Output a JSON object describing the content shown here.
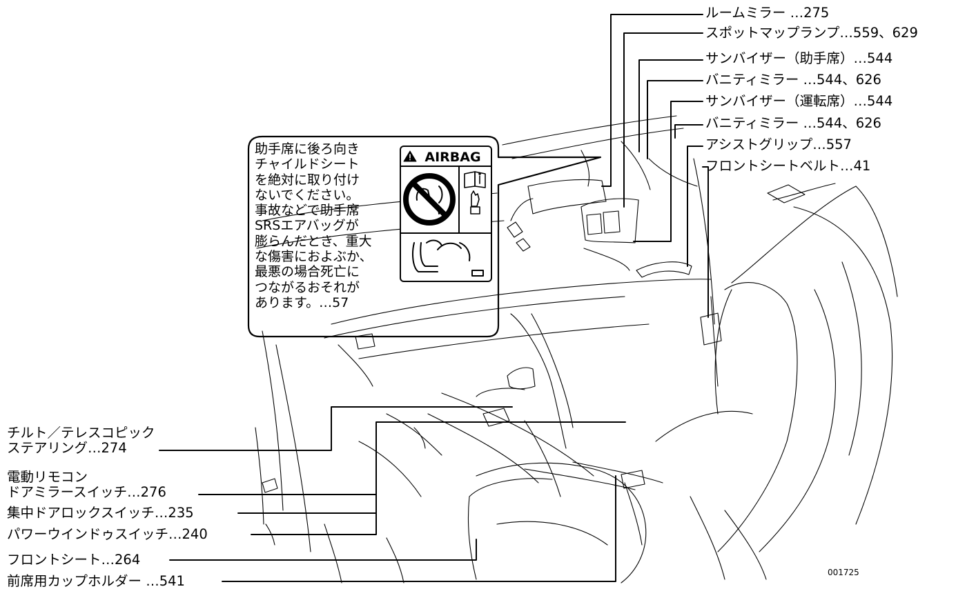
{
  "callouts_right": [
    {
      "id": "room-mirror",
      "text": "ルームミラー …275"
    },
    {
      "id": "spot-map-lamp",
      "text": "スポットマップランプ…559、629"
    },
    {
      "id": "sun-visor-passenger",
      "text": "サンバイザー（助手席）…544"
    },
    {
      "id": "vanity-mirror-passenger",
      "text": "バニティミラー …544、626"
    },
    {
      "id": "sun-visor-driver",
      "text": "サンバイザー（運転席）…544"
    },
    {
      "id": "vanity-mirror-driver",
      "text": "バニティミラー …544、626"
    },
    {
      "id": "assist-grip",
      "text": "アシストグリップ…557"
    },
    {
      "id": "front-seatbelt",
      "text": "フロントシートベルト…41"
    }
  ],
  "callouts_left": [
    {
      "id": "tilt-telescopic",
      "lines": [
        "チルト／テレスコピック",
        "ステアリング…274"
      ]
    },
    {
      "id": "power-mirror-switch",
      "lines": [
        "電動リモコン",
        "ドアミラースイッチ…276"
      ]
    },
    {
      "id": "central-door-lock",
      "lines": [
        "集中ドアロックスイッチ…235"
      ]
    },
    {
      "id": "power-window-switch",
      "lines": [
        "パワーウインドゥスイッチ…240"
      ]
    },
    {
      "id": "front-seat",
      "lines": [
        "フロントシート…264"
      ]
    },
    {
      "id": "front-cup-holder",
      "lines": [
        "前席用カップホルダー …541"
      ]
    }
  ],
  "warning": {
    "lines": [
      "助手席に後ろ向き",
      "チャイルドシート",
      "を絶対に取り付け",
      "ないでください。",
      "事故などで助手席",
      "SRSエアバッグが",
      "膨らんだとき、重大",
      "な傷害におよぶか、",
      "最悪の場合死亡に",
      "つながるおそれが",
      "あります。…57"
    ],
    "label_title": "AIRBAG"
  },
  "figure_code": "001725",
  "colors": {
    "line": "#000000",
    "background": "#ffffff"
  },
  "icons": [
    "warning-triangle-icon",
    "no-rear-facing-child-seat-icon",
    "read-manual-icon",
    "seat-airbag-deploy-icon"
  ]
}
